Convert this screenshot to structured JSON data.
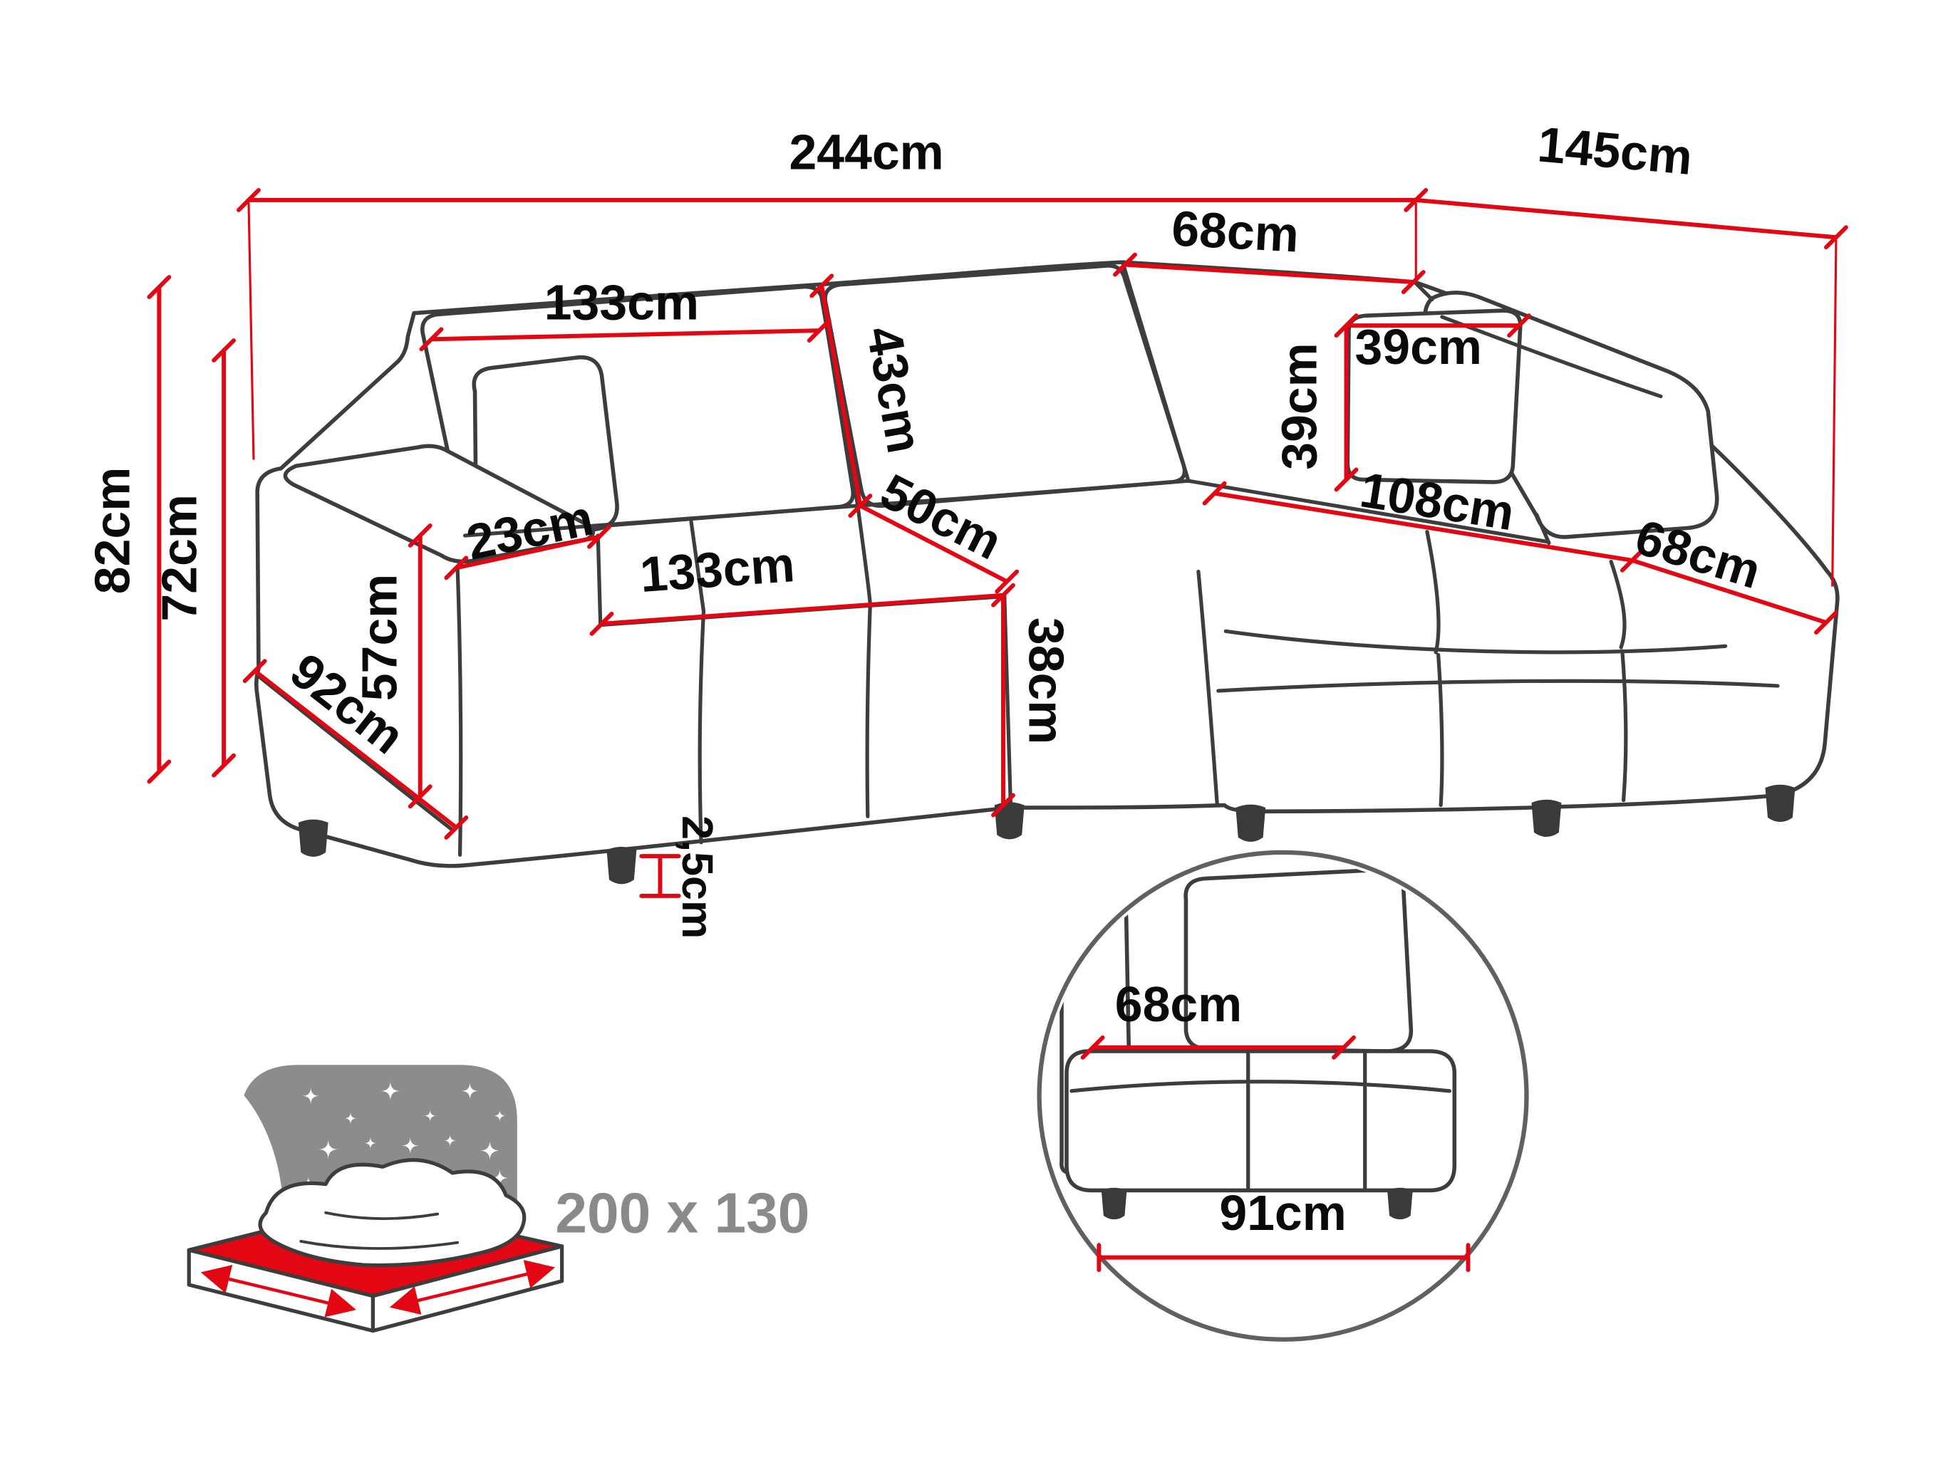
{
  "colors": {
    "dimension_red": "#e30613",
    "outline_dark": "#3d3d3d",
    "label_black": "#0a0a0a",
    "muted_gray": "#8a8a8a",
    "icon_gray": "#8c8c8c"
  },
  "dimension_labels": {
    "total_width": "244cm",
    "total_depth": "145cm",
    "chaise_back_width": "68cm",
    "backrest_section_width": "133cm",
    "backrest_cushion_height": "43cm",
    "seat_depth": "50cm",
    "total_height": "82cm",
    "backrest_height": "72cm",
    "armrest_top_width": "23cm",
    "seat_width": "133cm",
    "seat_front_height": "38cm",
    "armrest_height": "57cm",
    "armrest_depth": "92cm",
    "leg_height": "2,5cm",
    "pillow_width": "39cm",
    "pillow_height": "39cm",
    "chaise_seat_length": "108cm",
    "chaise_seat_width": "68cm"
  },
  "detail_view": {
    "seat_cushion_width": "68cm",
    "base_width": "91cm"
  },
  "sleeping_area": {
    "size_label": "200 x 130"
  }
}
